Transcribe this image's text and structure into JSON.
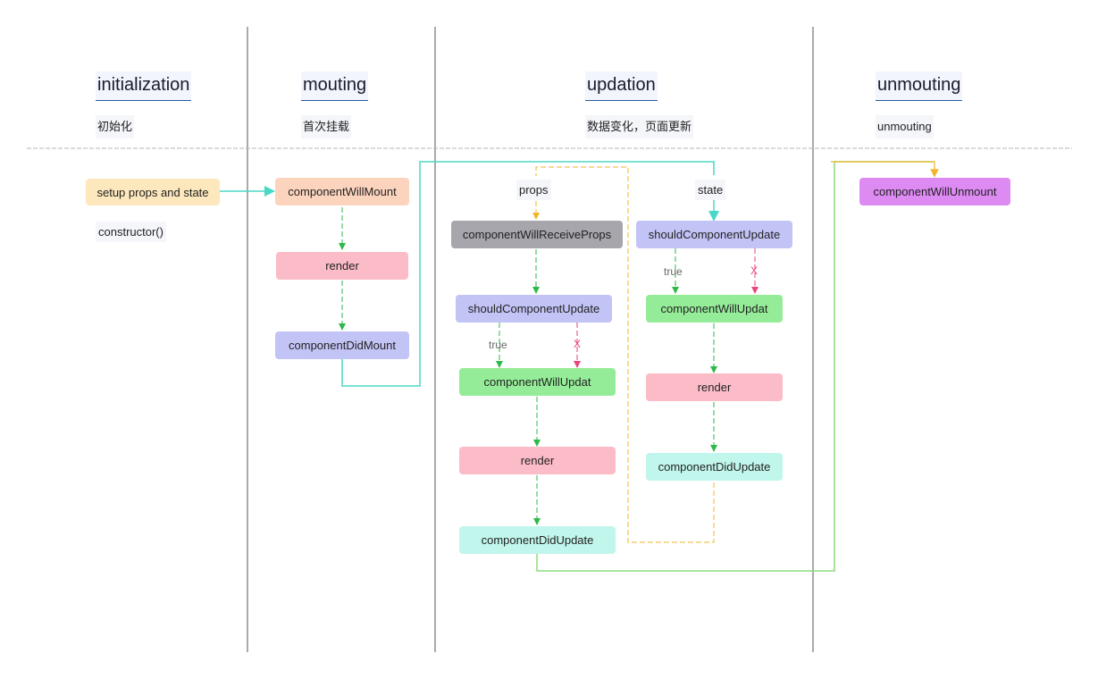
{
  "columns": {
    "initialization": {
      "title": "initialization",
      "subtitle": "初始化"
    },
    "mouting": {
      "title": "mouting",
      "subtitle": "首次挂载"
    },
    "updation": {
      "title": "updation",
      "subtitle": "数据变化，页面更新"
    },
    "unmouting": {
      "title": "unmouting",
      "subtitle": "unmouting"
    }
  },
  "init": {
    "setup": "setup props and state",
    "constructor": "constructor()"
  },
  "mount": {
    "will_mount": "componentWillMount",
    "render": "render",
    "did_mount": "componentDidMount"
  },
  "props_branch": {
    "label": "props",
    "will_receive": "componentWillReceiveProps",
    "should_update": "shouldComponentUpdate",
    "true_label": "true",
    "false_label": "X",
    "will_update": "componentWillUpdat",
    "render": "render",
    "did_update": "componentDidUpdate"
  },
  "state_branch": {
    "label": "state",
    "should_update": "shouldComponentUpdate",
    "true_label": "true",
    "false_label": "X",
    "will_update": "componentWillUpdat",
    "render": "render",
    "did_update": "componentDidUpdate"
  },
  "unmount": {
    "will_unmount": "componentWillUnmount"
  },
  "colors": {
    "orange_node": "#fde7bd",
    "peach_node": "#fcd3bd",
    "pink_node": "#fbbcc7",
    "lavender_node": "#c3c4f6",
    "gray_node": "#a6a6ac",
    "green_node": "#95ec98",
    "cyan_node": "#c0f6ec",
    "purple_node": "#de8af3",
    "teal_line": "#4ad8c6",
    "green_arrow": "#2eb94a",
    "pink_arrow": "#e8467c",
    "yellow_line": "#f0b52a"
  }
}
